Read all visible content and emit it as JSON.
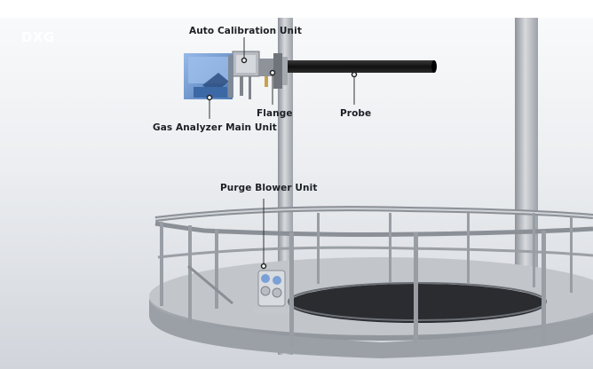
{
  "brand": {
    "logo_text": "DXG"
  },
  "callouts": {
    "auto_calibration_unit": "Auto Calibration Unit",
    "gas_analyzer_main_unit": "Gas Analyzer Main Unit",
    "flange": "Flange",
    "probe": "Probe",
    "purge_blower_unit": "Purge Blower Unit"
  },
  "colors": {
    "background_top": "#ffffff",
    "background_mid": "#eef0f3",
    "background_bottom": "#c9ced6",
    "analyzer_blue": "#5d8fcf",
    "probe_black": "#1a1a1a",
    "steel": "#a9adb3",
    "label_text": "#1c1f24"
  }
}
